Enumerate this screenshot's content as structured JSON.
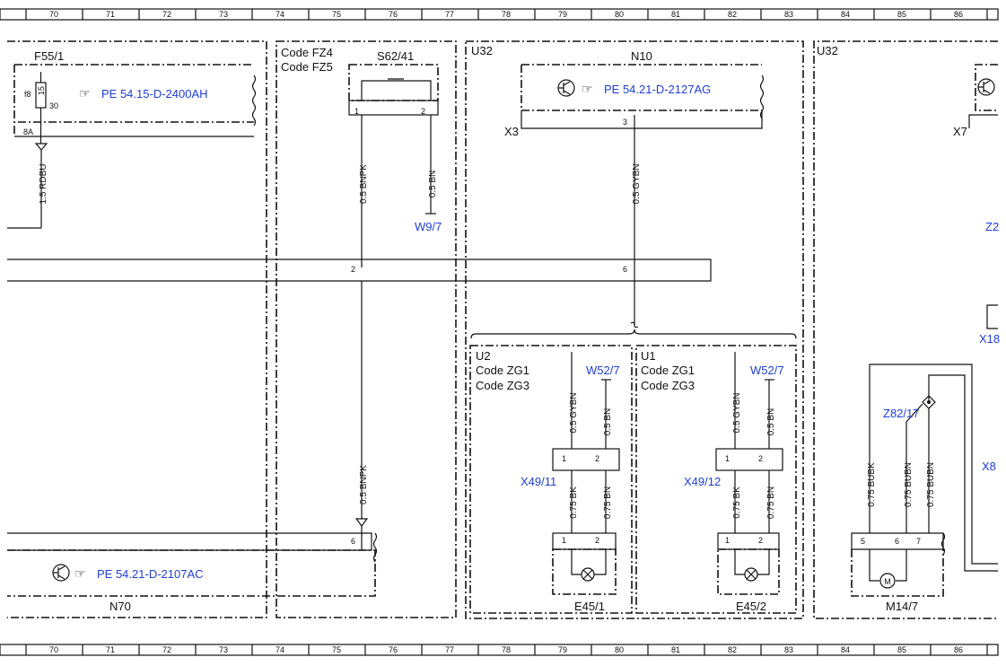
{
  "ruler": [
    "70",
    "71",
    "72",
    "73",
    "74",
    "75",
    "76",
    "77",
    "78",
    "79",
    "80",
    "81",
    "82",
    "83",
    "84",
    "85",
    "86"
  ],
  "components": {
    "f55_1": {
      "name": "F55/1",
      "fuse": "f8",
      "fuse_rating": "15",
      "terminal": "30",
      "amp": "8A",
      "ref": "PE 54.15-D-2400AH"
    },
    "s62_41": {
      "name": "S62/41",
      "code1": "Code FZ4",
      "code2": "Code FZ5",
      "pin1": "1",
      "pin2": "2"
    },
    "u32_left": {
      "label": "U32"
    },
    "n10": {
      "name": "N10",
      "ref": "PE 54.21-D-2127AG",
      "pin": "3",
      "connector": "X3"
    },
    "u32_right": {
      "label": "U32",
      "connector": "X7",
      "z_partial": "Z2",
      "x18_partial": "X18",
      "x8_partial": "X8"
    },
    "u2": {
      "label": "U2",
      "code1": "Code ZG1",
      "code2": "Code ZG3",
      "w": "W52/7",
      "conn": "X49/11",
      "lamp": "E45/1",
      "pin1": "1",
      "pin2": "2"
    },
    "u1": {
      "label": "U1",
      "code1": "Code ZG1",
      "code2": "Code ZG3",
      "w": "W52/7",
      "conn": "X49/12",
      "lamp": "E45/2",
      "pin1": "1",
      "pin2": "2"
    },
    "n70": {
      "name": "N70",
      "ref": "PE 54.21-D-2107AC",
      "pin": "6"
    },
    "m14_7": {
      "name": "M14/7",
      "pin5": "5",
      "pin6": "6",
      "pin7": "7",
      "motor": "M",
      "z": "Z82/17"
    }
  },
  "wires": {
    "rdbu": "1.5 RDBU",
    "bnpk": "0.5 BNPK",
    "bn": "0.5 BN",
    "w9_7": "W9/7",
    "gybn": "0.5 GYBN",
    "bus_pin2": "2",
    "bus_pin6": "6",
    "bk075": "0.75 BK",
    "bn075": "0.75 BN",
    "bubk": "0.75 BUBK",
    "bubn": "0.75 BUBN"
  }
}
